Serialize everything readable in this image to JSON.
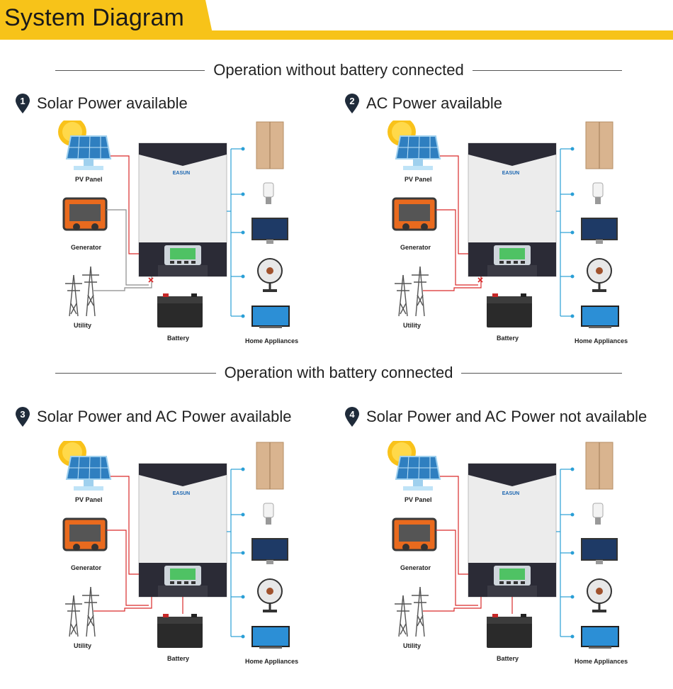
{
  "header": {
    "title": "System Diagram"
  },
  "sections": [
    {
      "title": "Operation without battery connected"
    },
    {
      "title": "Operation with battery connected"
    }
  ],
  "panels": [
    {
      "number": "1",
      "title": "Solar Power available"
    },
    {
      "number": "2",
      "title": "AC Power available"
    },
    {
      "number": "3",
      "title": "Solar Power and AC Power available"
    },
    {
      "number": "4",
      "title": "Solar Power and AC Power not available"
    }
  ],
  "labels": {
    "pv_panel": "PV Panel",
    "generator": "Generator",
    "utility": "Utility",
    "battery": "Battery",
    "home_appliances": "Home Appliances",
    "brand": "EASUN"
  },
  "colors": {
    "accent": "#f7c319",
    "dc_line": "#d92b2b",
    "ac_line": "#2a9fd6",
    "idle_line": "#8a8a8a"
  }
}
